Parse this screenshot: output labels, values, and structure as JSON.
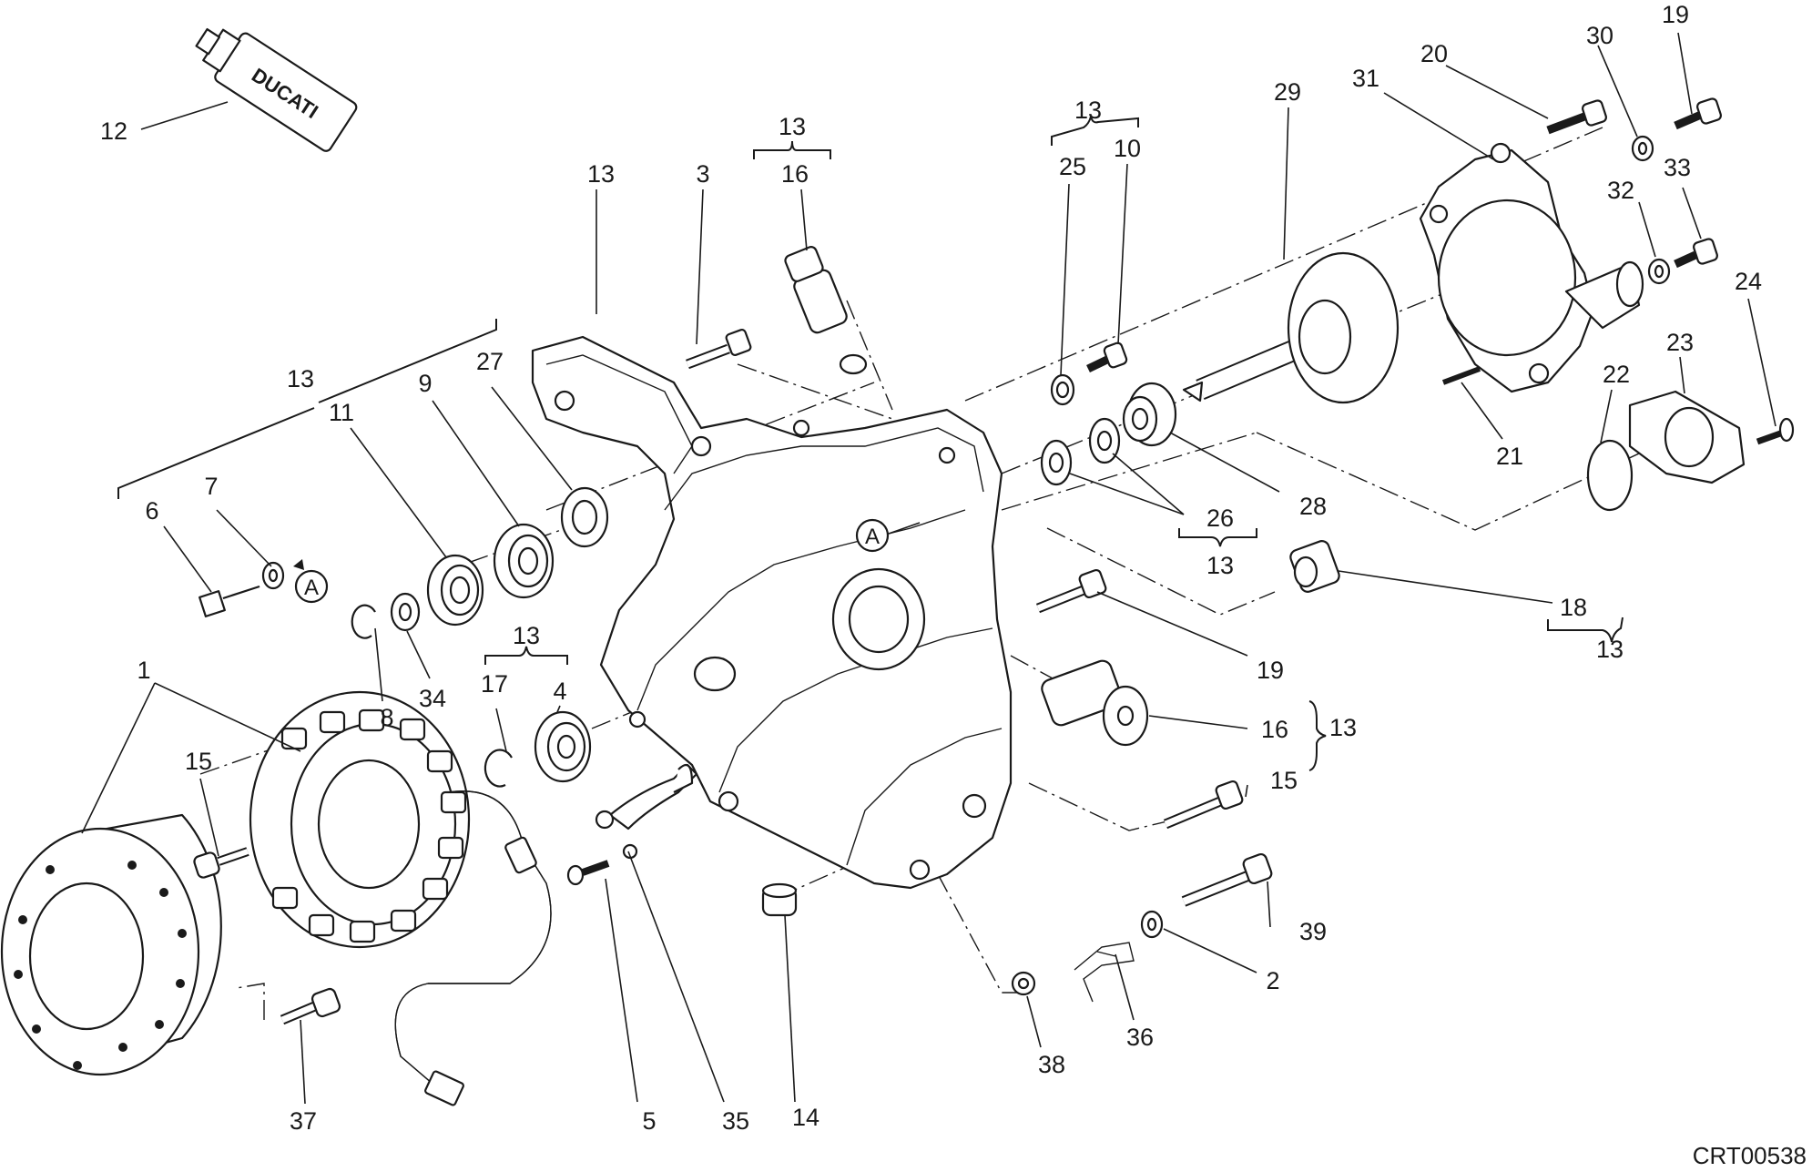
{
  "drawing_code": "CRT00538",
  "tube_brand": "DUCATI",
  "ref_mark": "A",
  "callouts": {
    "c1": "1",
    "c2": "2",
    "c3": "3",
    "c4": "4",
    "c5": "5",
    "c6": "6",
    "c7": "7",
    "c8": "8",
    "c9": "9",
    "c10": "10",
    "c11": "11",
    "c12": "12",
    "c13_main": "13",
    "c13_left": "13",
    "c13_top16": "13",
    "c13_pair": "13",
    "c13_group26": "13",
    "c13_group4": "13",
    "c13_group18": "13",
    "c13_group16": "13",
    "c14": "14",
    "c15_left": "15",
    "c15_right": "15",
    "c16_top": "16",
    "c16_right": "16",
    "c17": "17",
    "c18": "18",
    "c19_top": "19",
    "c19_mid": "19",
    "c20": "20",
    "c21": "21",
    "c22": "22",
    "c23": "23",
    "c24": "24",
    "c25": "25",
    "c26": "26",
    "c27": "27",
    "c28": "28",
    "c29": "29",
    "c30": "30",
    "c31": "31",
    "c32": "32",
    "c33": "33",
    "c34": "34",
    "c35": "35",
    "c36": "36",
    "c37": "37",
    "c38": "38",
    "c39": "39"
  }
}
